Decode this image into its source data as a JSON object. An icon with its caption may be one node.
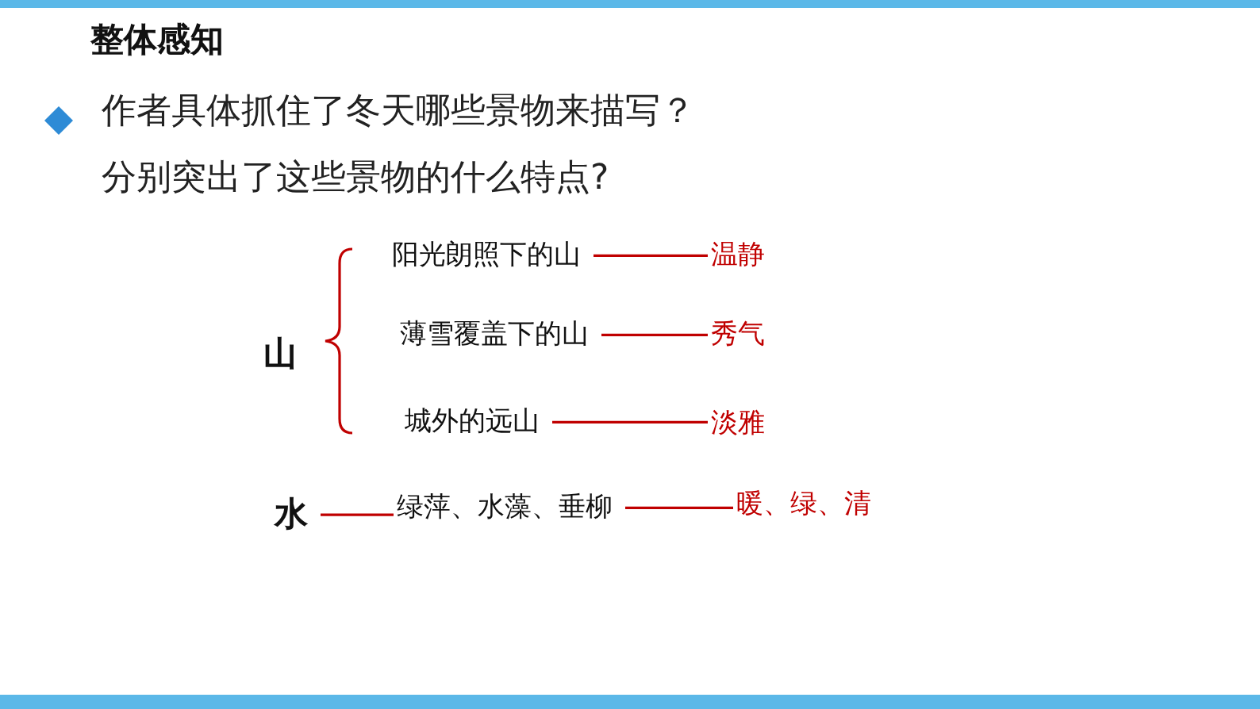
{
  "diagram": {
    "title": "整体感知",
    "nodes": [
      {
        "text": [
          "山"
        ]
      },
      {
        "text": [
          "阳光朗照下的山"
        ]
      },
      {
        "text": [
          "薄雪覆盖下的山"
        ]
      },
      {
        "text": [
          "城外的远山"
        ]
      },
      {
        "text": [
          "温静"
        ]
      },
      {
        "text": [
          "秀气"
        ]
      },
      {
        "text": [
          "淡雅"
        ]
      },
      {
        "text": [
          "水"
        ]
      },
      {
        "text": [
          "绿萍、水藻、垂柳"
        ]
      },
      {
        "text": [
          "暖、绿、清"
        ]
      }
    ],
    "edges": [
      {
        "from": 1,
        "to": 4,
        "arrow": "none"
      },
      {
        "from": 2,
        "to": 5,
        "arrow": "none"
      },
      {
        "from": 3,
        "to": 6,
        "arrow": "none"
      },
      {
        "from": 7,
        "to": 8,
        "arrow": "none"
      },
      {
        "from": 8,
        "to": 9,
        "arrow": "none"
      }
    ],
    "labels": [
      "作者具体抓住了冬天哪些景物来描写？",
      "分别突出了这些景物的什么特点?"
    ]
  }
}
